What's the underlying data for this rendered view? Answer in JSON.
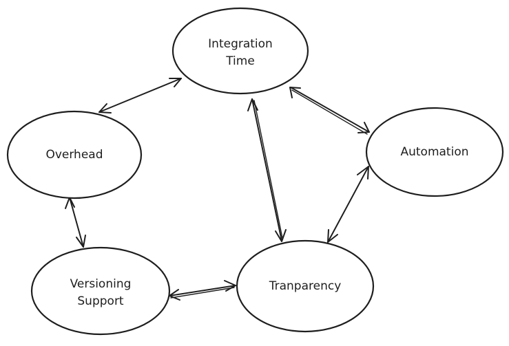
{
  "diagram": {
    "stroke_color": "#1e1e1e",
    "background": "#ffffff",
    "nodes": {
      "integration_time": {
        "lines": [
          "Integration",
          "Time"
        ]
      },
      "overhead": {
        "lines": [
          "Overhead"
        ]
      },
      "automation": {
        "lines": [
          "Automation"
        ]
      },
      "versioning_support": {
        "lines": [
          "Versioning",
          "Support"
        ]
      },
      "tranparency": {
        "lines": [
          "Tranparency"
        ]
      }
    },
    "edges": [
      {
        "from": "integration_time",
        "to": "overhead",
        "direction": "both"
      },
      {
        "from": "integration_time",
        "to": "automation",
        "direction": "both"
      },
      {
        "from": "integration_time",
        "to": "tranparency",
        "direction": "both"
      },
      {
        "from": "automation",
        "to": "tranparency",
        "direction": "both"
      },
      {
        "from": "overhead",
        "to": "versioning_support",
        "direction": "both"
      },
      {
        "from": "versioning_support",
        "to": "tranparency",
        "direction": "both"
      }
    ]
  }
}
